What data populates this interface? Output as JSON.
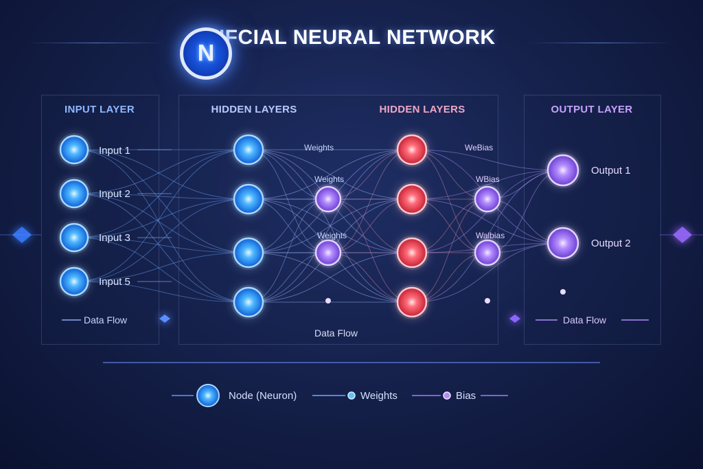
{
  "title": "TIFCIAL NEURAL NETWORK",
  "logo_icon": "nn-logo-icon",
  "colors": {
    "input": "#3aa6ff",
    "hidden_blue": "#38a9ff",
    "hidden_red": "#ff4d5e",
    "hidden_purple": "#b98bff",
    "output": "#b48cff",
    "accent_line": "#7b9cff"
  },
  "layers": {
    "input": {
      "title": "INPUT LAYER",
      "labels": [
        "Input 1",
        "Input 2",
        "Input 3",
        "Input 5"
      ],
      "data_flow": "Data Flow"
    },
    "hidden1": {
      "title": "HIDDEN LAYERS",
      "weights_labels": [
        "Weights",
        "Weights",
        "Weights"
      ]
    },
    "hidden2": {
      "title": "HIDDEN LAYERS",
      "weights_labels": [
        "WeBias",
        "WBias",
        "Walbias"
      ]
    },
    "output": {
      "title": "OUTPUT LAYER",
      "labels": [
        "Output 1",
        "Output 2"
      ],
      "data_flow": "Data Flow"
    },
    "middle_data_flow": "Data Flow"
  },
  "legend": {
    "node": "Node (Neuron)",
    "weights": "Weights",
    "bias": "Bias"
  }
}
